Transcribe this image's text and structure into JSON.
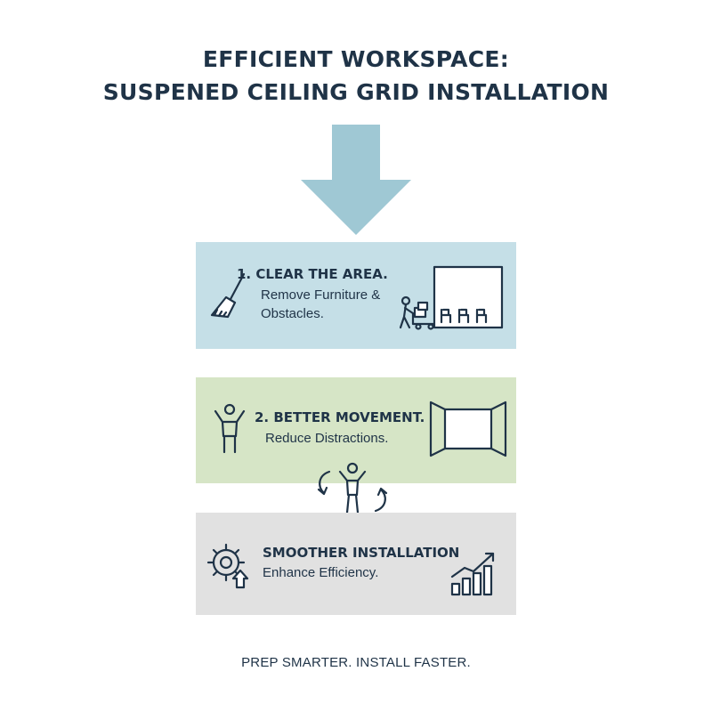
{
  "header": {
    "title_line1": "EFFICIENT WORKSPACE:",
    "title_line2": "SUSPENED CEILING GRID INSTALLATION"
  },
  "steps": [
    {
      "title": "1.  CLEAR THE AREA.",
      "desc_line1": "Remove Furniture &",
      "desc_line2": "Obstacles.",
      "color": "#c5dfe7",
      "icons": [
        "broom-icon",
        "person-pushing-cart-icon",
        "room-chairs-icon"
      ]
    },
    {
      "title": "2. BETTER MOVEMENT.",
      "desc_line1": "Reduce Distractions.",
      "color": "#d6e5c6",
      "icons": [
        "person-arms-raised-icon",
        "open-room-icon",
        "person-moving-arrows-icon"
      ]
    },
    {
      "title": "SMOOTHER INSTALLATION",
      "desc_line1": "Enhance Efficiency.",
      "color": "#e1e1e1",
      "icons": [
        "gear-upload-icon",
        "growth-chart-icon"
      ]
    }
  ],
  "arrow_color": "#9fc8d4",
  "footer": {
    "tagline": "PREP SMARTER. INSTALL FASTER."
  }
}
